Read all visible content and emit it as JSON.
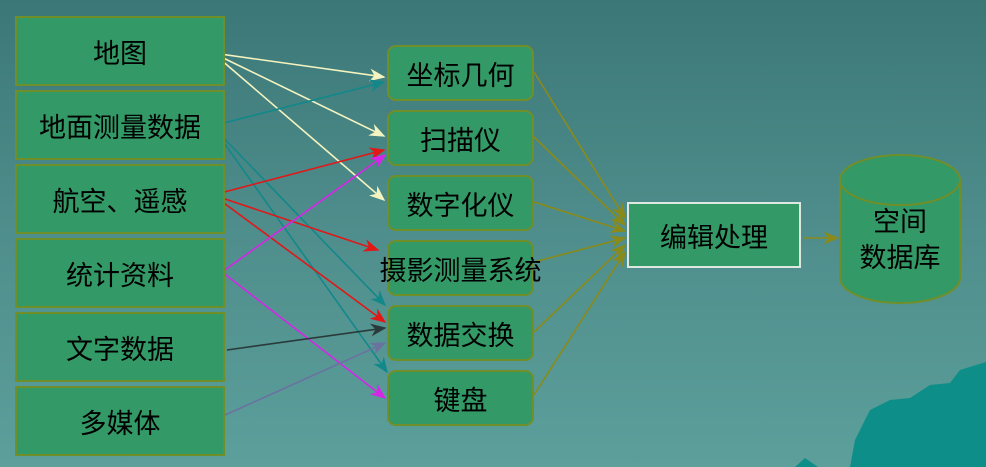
{
  "sources": [
    "地图",
    "地面测量数据",
    "航空、遥感",
    "统计资料",
    "文字数据",
    "多媒体"
  ],
  "devices": [
    "坐标几何",
    "扫描仪",
    "数字化仪",
    "摄影测量系统",
    "数据交换",
    "键盘"
  ],
  "process": "编辑处理",
  "database": {
    "line1": "空间",
    "line2": "数据库"
  },
  "colors": {
    "box": "#339966",
    "border": "#6f8f2a",
    "arrow_to_process": "#8a8a1a"
  }
}
